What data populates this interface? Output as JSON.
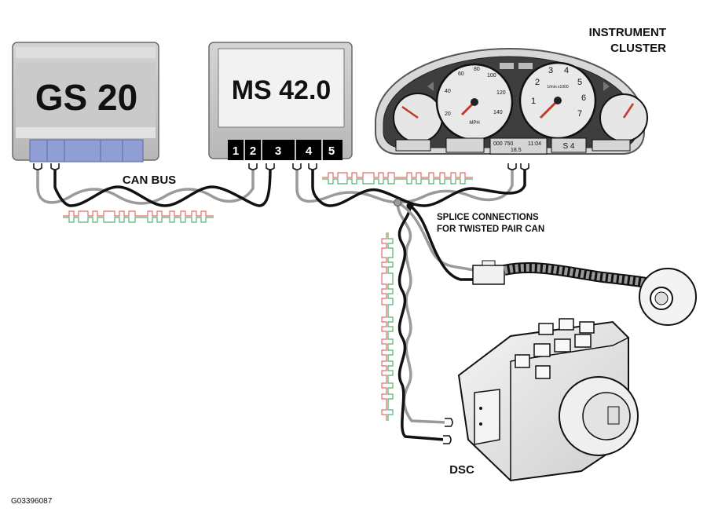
{
  "modules": {
    "gs20": {
      "label": "GS 20"
    },
    "ms42": {
      "label": "MS 42.0",
      "pins": [
        "1",
        "2",
        "3",
        "4",
        "5"
      ]
    },
    "cluster": {
      "label_line1": "INSTRUMENT",
      "label_line2": "CLUSTER"
    },
    "dsc": {
      "label": "DSC"
    }
  },
  "labels": {
    "can_bus": "CAN BUS",
    "splice_line1": "SPLICE CONNECTIONS",
    "splice_line2": "FOR TWISTED PAIR CAN",
    "figure_id": "G03396087"
  },
  "cluster_face": {
    "speedo_ticks": [
      "20",
      "40",
      "60",
      "80",
      "100",
      "120",
      "140"
    ],
    "tacho_ticks": [
      "1",
      "2",
      "3",
      "4",
      "5",
      "6",
      "7"
    ],
    "tacho_unit": "1/min x1000",
    "speed_unit": "MPH",
    "odometer": "000 750",
    "trip": "18.5",
    "clock": "11:04",
    "gear": "S 4"
  },
  "colors": {
    "wire_dark": "#111111",
    "wire_light": "#9a9a9a",
    "module_grey": "#c9c9c9",
    "connector_blue": "#8f9fd6",
    "pin_black": "#000000",
    "signal_red": "#e56b6b",
    "signal_green": "#55b06a"
  }
}
